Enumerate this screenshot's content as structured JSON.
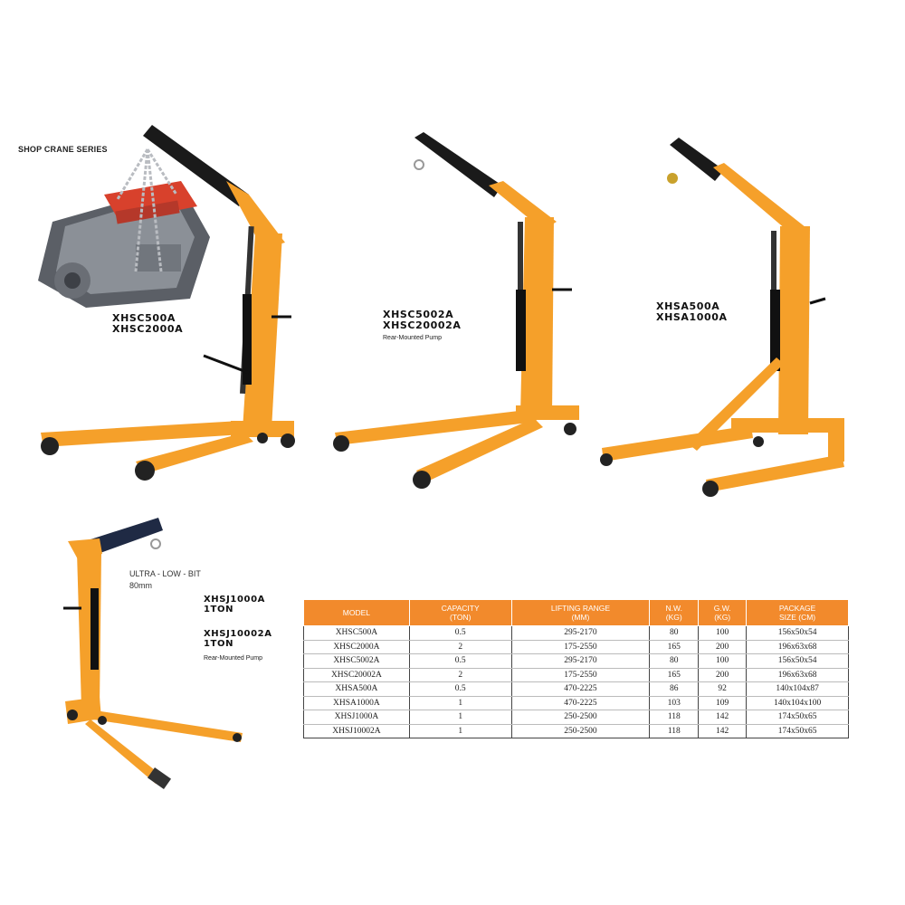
{
  "header": {
    "series_title": "SHOP CRANE SERIES"
  },
  "cranes": [
    {
      "lines": [
        "XHSC500A",
        "XHSC2000A"
      ],
      "note": ""
    },
    {
      "lines": [
        "XHSC5002A",
        "XHSC20002A"
      ],
      "note": "Rear-Mounted Pump"
    },
    {
      "lines": [
        "XHSA500A",
        "XHSA1000A"
      ],
      "note": ""
    },
    {
      "lines": [
        "XHSJ1000A",
        "1TON"
      ],
      "lines2": [
        "XHSJ10002A",
        "1TON"
      ],
      "note": "Rear-Mounted Pump",
      "feature": [
        "ULTRA - LOW - BIT",
        "80mm"
      ]
    }
  ],
  "table": {
    "headers": [
      [
        "MODEL"
      ],
      [
        "CAPACITY",
        "(TON)"
      ],
      [
        "LIFTING RANGE",
        "(MM)"
      ],
      [
        "N.W.",
        "(KG)"
      ],
      [
        "G.W.",
        "(KG)"
      ],
      [
        "PACKAGE",
        "SIZE (CM)"
      ]
    ],
    "rows": [
      [
        "XHSC500A",
        "0.5",
        "295-2170",
        "80",
        "100",
        "156x50x54"
      ],
      [
        "XHSC2000A",
        "2",
        "175-2550",
        "165",
        "200",
        "196x63x68"
      ],
      [
        "XHSC5002A",
        "0.5",
        "295-2170",
        "80",
        "100",
        "156x50x54"
      ],
      [
        "XHSC20002A",
        "2",
        "175-2550",
        "165",
        "200",
        "196x63x68"
      ],
      [
        "XHSA500A",
        "0.5",
        "470-2225",
        "86",
        "92",
        "140x104x87"
      ],
      [
        "XHSA1000A",
        "1",
        "470-2225",
        "103",
        "109",
        "140x104x100"
      ],
      [
        "XHSJ1000A",
        "1",
        "250-2500",
        "118",
        "142",
        "174x50x65"
      ],
      [
        "XHSJ10002A",
        "1",
        "250-2500",
        "118",
        "142",
        "174x50x65"
      ]
    ]
  },
  "colors": {
    "crane_orange": "#f5a02a",
    "boom_black": "#1a1a1a",
    "header_orange": "#f28a2c"
  }
}
